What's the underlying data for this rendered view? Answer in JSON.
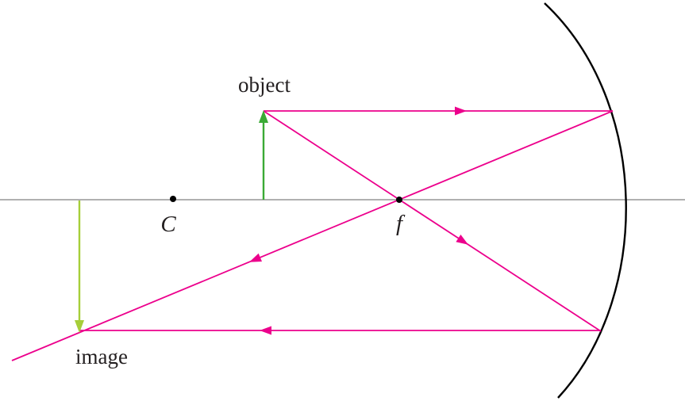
{
  "diagram": {
    "labels": {
      "object": "object",
      "image": "image",
      "center_of_curvature": "C",
      "focal_point": "f"
    },
    "colors": {
      "ray": "#ec008c",
      "object_arrow": "#3aaa35",
      "image_arrow": "#a6ce39",
      "axis": "#808080",
      "mirror": "#000000",
      "point": "#000000",
      "text": "#231f20"
    }
  }
}
